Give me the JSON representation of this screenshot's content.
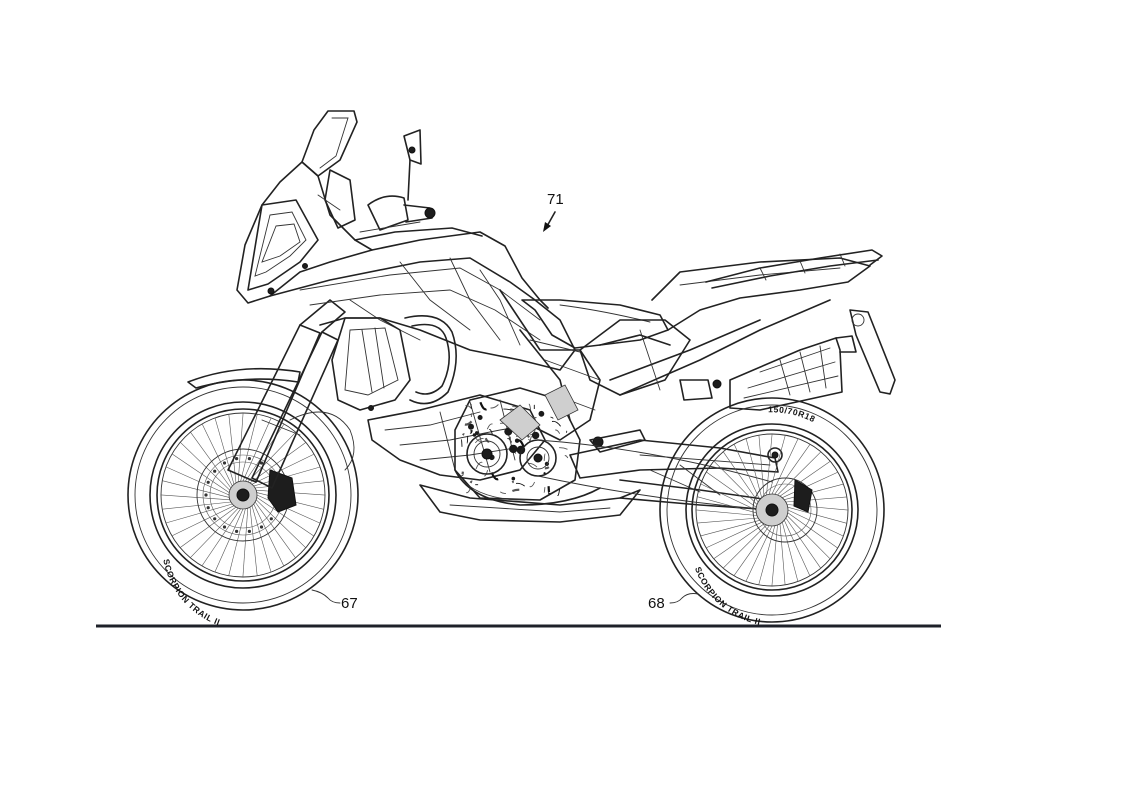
{
  "reference_numerals": {
    "motorcycle": "71",
    "front_tire": "67",
    "rear_tire": "68"
  },
  "tire_markings": {
    "front_sidewall": "SCORPION TRAIL II",
    "rear_sidewall": "SCORPION TRAIL II",
    "rear_size": "150/70R18"
  },
  "colors": {
    "line": "#222222",
    "ground_line": "#1e2129",
    "background": "#ffffff"
  }
}
